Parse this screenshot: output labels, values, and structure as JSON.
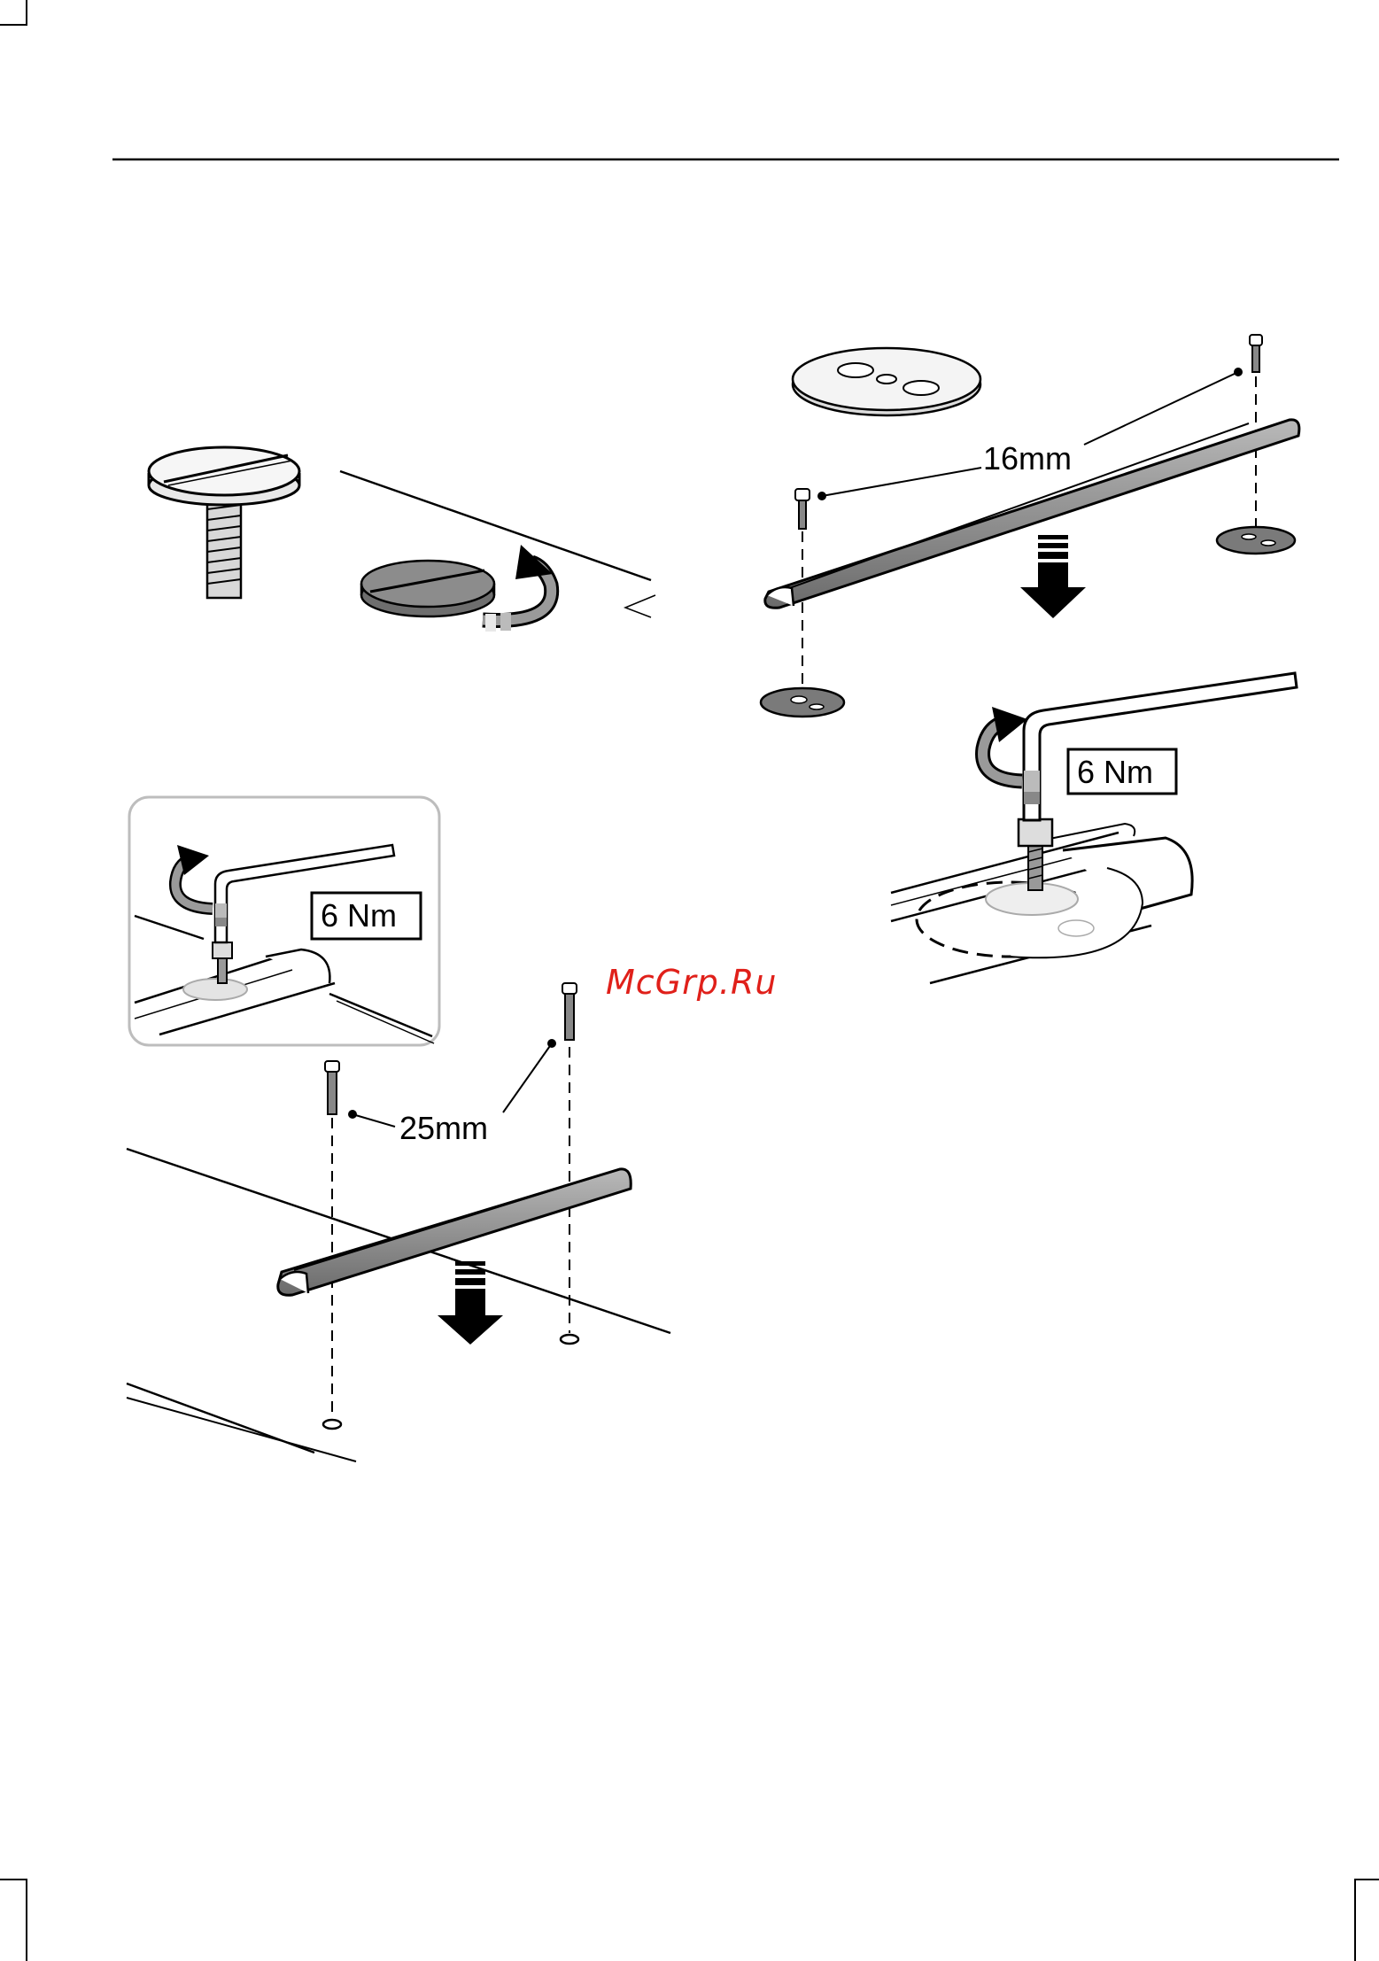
{
  "watermark": "McGrp.Ru",
  "labels": {
    "bolt_16": "16mm",
    "bolt_25": "25mm",
    "torque_top": "6 Nm",
    "torque_inset": "6 Nm"
  },
  "colors": {
    "ink": "#000000",
    "rail": "#7a7a7a",
    "rail_light": "#a8a8a8",
    "washer": "#8a8a8a",
    "cap_light": "#f4f4f4",
    "watermark": "#e0201a",
    "inset_border": "#bdbdbd"
  },
  "icons": [
    "corner-crop-mark",
    "thumb-screw",
    "cover-cap",
    "rotate-arrow",
    "allen-key",
    "bolt",
    "washer",
    "roof-rail",
    "down-arrow",
    "cover-plate"
  ]
}
